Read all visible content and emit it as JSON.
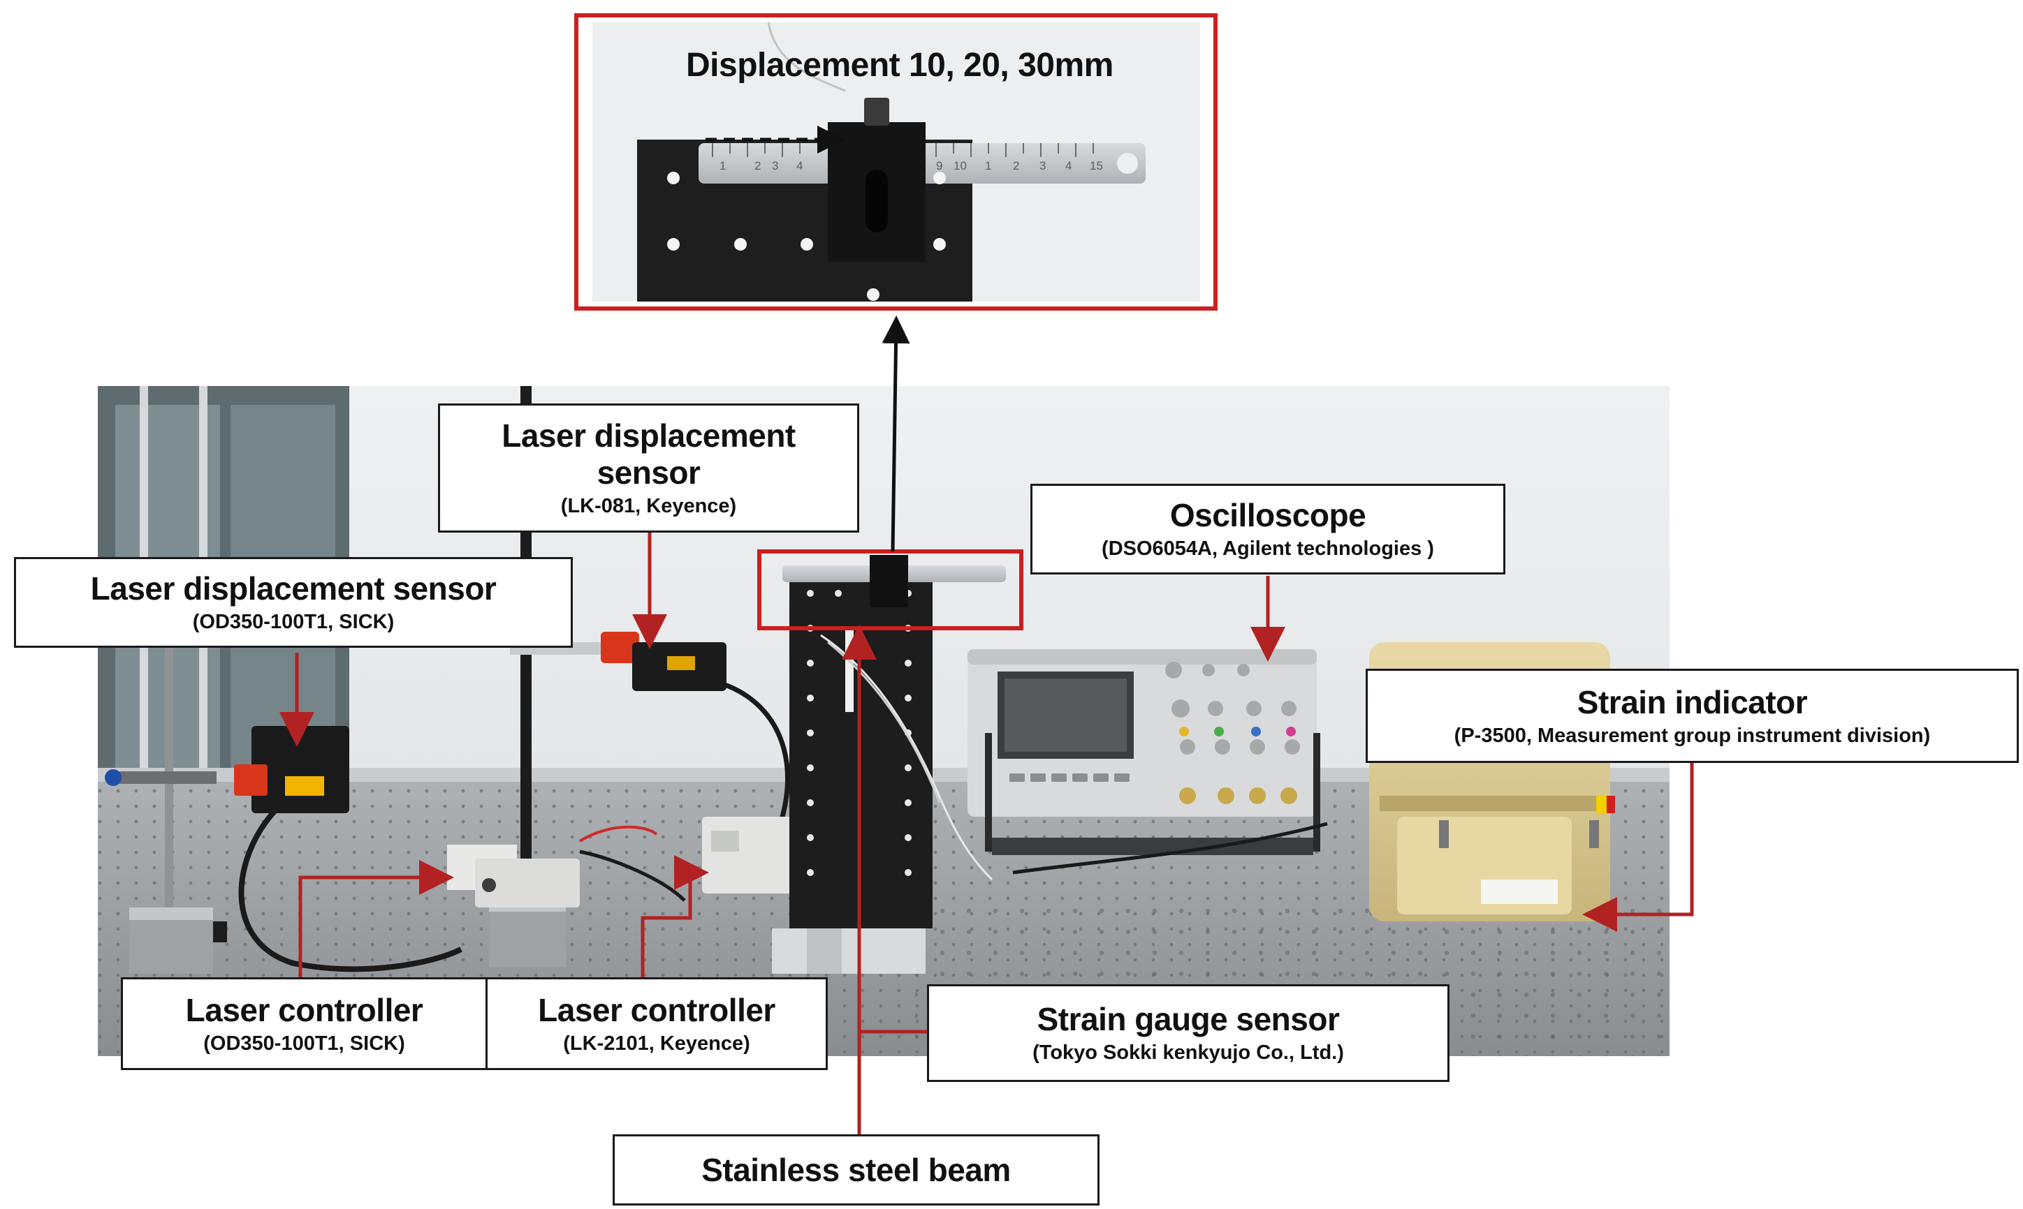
{
  "inset": {
    "title": "Displacement 10, 20, 30mm",
    "ruler_ticks": [
      "1",
      "2",
      "3",
      "4",
      "9",
      "10",
      "1",
      "2",
      "3",
      "4",
      "15"
    ]
  },
  "labels": {
    "laser_sensor_lk": {
      "title": "Laser displacement sensor",
      "subtitle": "(LK-081, Keyence)"
    },
    "laser_sensor_od": {
      "title": "Laser displacement sensor",
      "subtitle": "(OD350-100T1, SICK)"
    },
    "oscilloscope": {
      "title": "Oscilloscope",
      "subtitle": "(DSO6054A, Agilent technologies )"
    },
    "strain_indicator": {
      "title": "Strain indicator",
      "subtitle": "(P-3500, Measurement group instrument division)"
    },
    "controller_od": {
      "title": "Laser controller",
      "subtitle": "(OD350-100T1, SICK)"
    },
    "controller_lk": {
      "title": "Laser controller",
      "subtitle": "(LK-2101, Keyence)"
    },
    "strain_gauge": {
      "title": "Strain gauge sensor",
      "subtitle": "(Tokyo Sokki kenkyujo Co., Ltd.)"
    },
    "beam": {
      "title": "Stainless steel beam"
    }
  },
  "colors": {
    "highlight": "#cc1f1f",
    "leader": "#b22222",
    "box_border": "#1a1a1a",
    "text": "#111111"
  }
}
